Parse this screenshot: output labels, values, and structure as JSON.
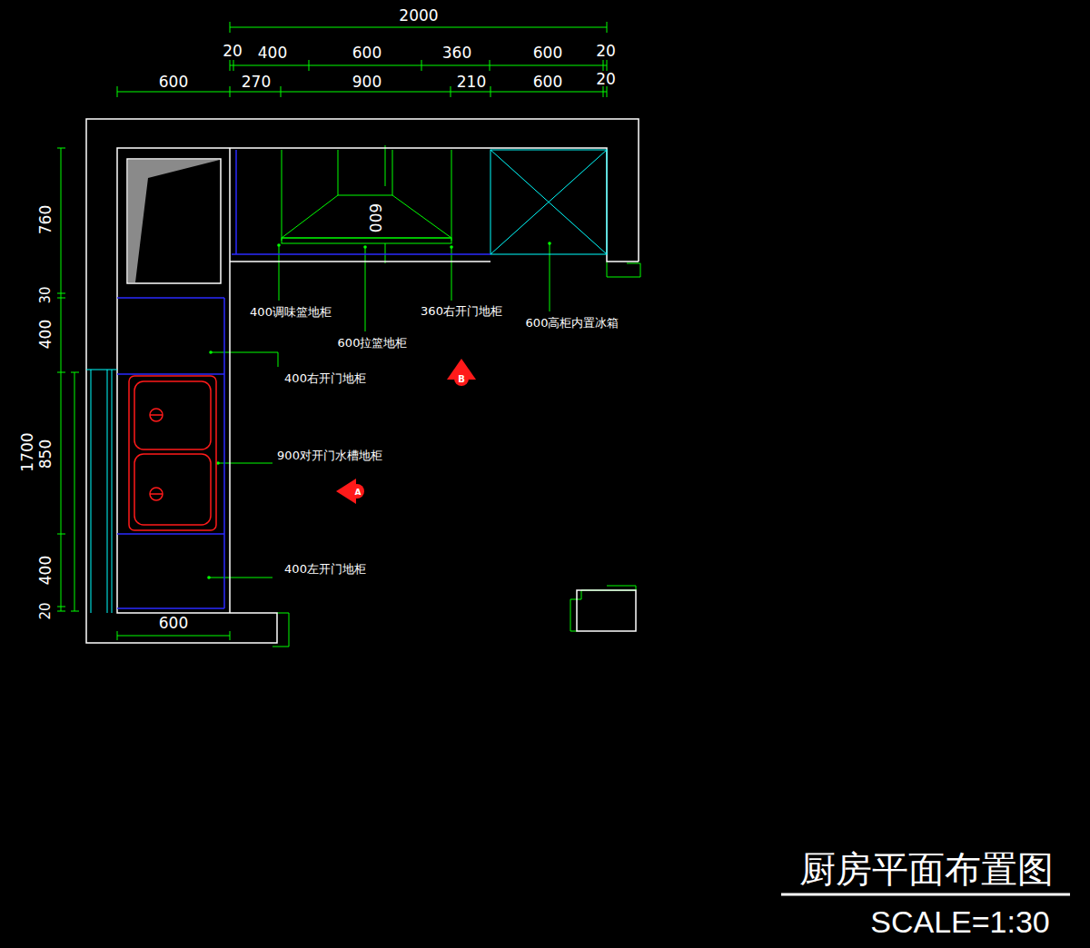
{
  "diagram": {
    "title": "厨房平面布置图",
    "caption": "SCALE=1:30",
    "labels": [
      "2000",
      "20",
      "400",
      "600",
      "360",
      "600",
      "20",
      "600",
      "270",
      "900",
      "210",
      "600",
      "20",
      "760",
      "30",
      "400",
      "1700",
      "850",
      "400",
      "20",
      "600",
      "400调味篮地柜",
      "360右开门地柜",
      "600拉篮地柜",
      "600高柜内置冰箱",
      "B",
      "400右开门地柜",
      "900对开门水槽地柜",
      "A",
      "400左开门地柜",
      "600"
    ]
  }
}
